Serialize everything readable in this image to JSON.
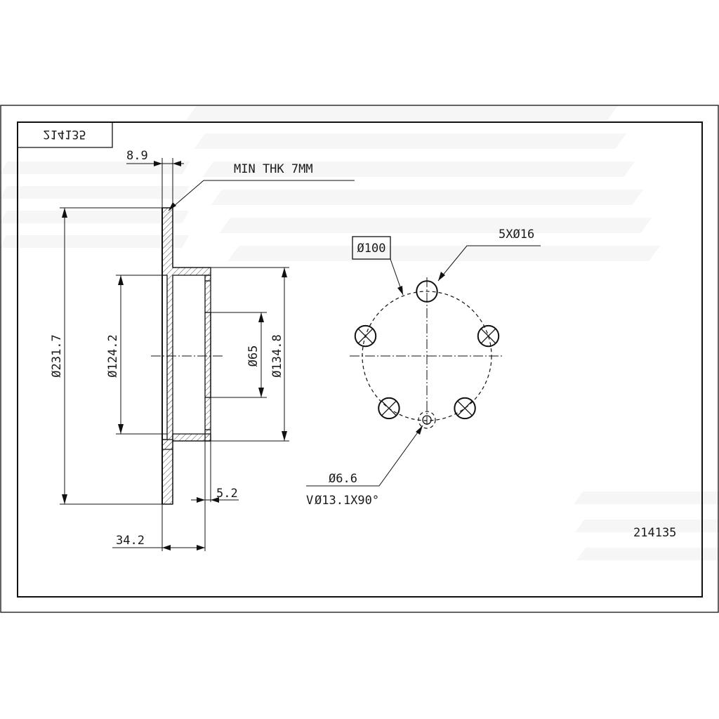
{
  "colors": {
    "line": "#111111",
    "hatch": "#444444",
    "watermark": "#e6e6e6",
    "background": "#ffffff"
  },
  "title_block": {
    "part_number_mirrored": "214135"
  },
  "part_number": "214135",
  "notes": {
    "min_thickness": "MIN THK 7MM",
    "bolt_holes": "5XØ16",
    "pcd": "Ø100"
  },
  "hole_callout": {
    "line1": "Ø6.6",
    "line2": "Ø13.1X90°",
    "countersink_symbol": "V"
  },
  "dimensions": {
    "disc_thickness": "8.9",
    "outer_diameter": "Ø231.7",
    "hat_inner_diameter": "Ø124.2",
    "center_bore": "Ø65",
    "hat_outer_diameter": "Ø134.8",
    "hat_wall": "5.2",
    "total_height": "34.2"
  },
  "bolt_circle": {
    "holes": 5,
    "pcd_mm": 100,
    "hole_mm": 16,
    "locator_hole_mm": 6.6
  }
}
